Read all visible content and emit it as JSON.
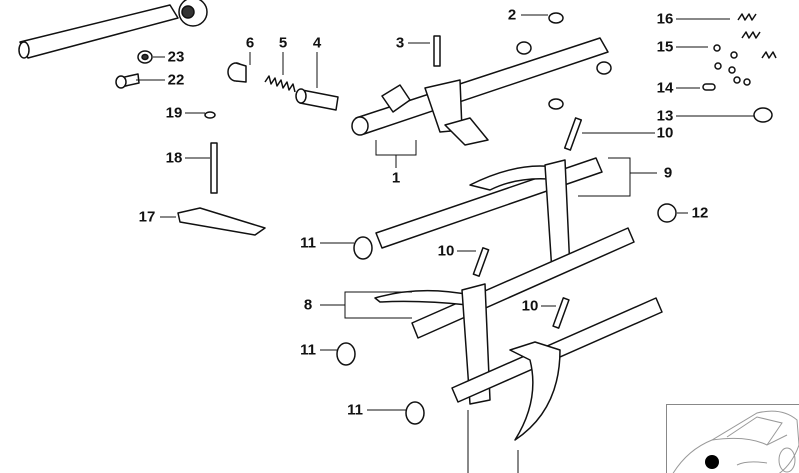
{
  "diagram": {
    "type": "exploded parts diagram",
    "labels": [
      "16",
      "2",
      "15",
      "3",
      "6",
      "5",
      "4",
      "23",
      "22",
      "14",
      "13",
      "19",
      "10",
      "1",
      "9",
      "18",
      "17",
      "12",
      "11",
      "10",
      "8",
      "10",
      "11",
      "11"
    ]
  },
  "colors": {
    "line": "#111111",
    "fill": "#ffffff",
    "shade": "#cfcfcf"
  }
}
